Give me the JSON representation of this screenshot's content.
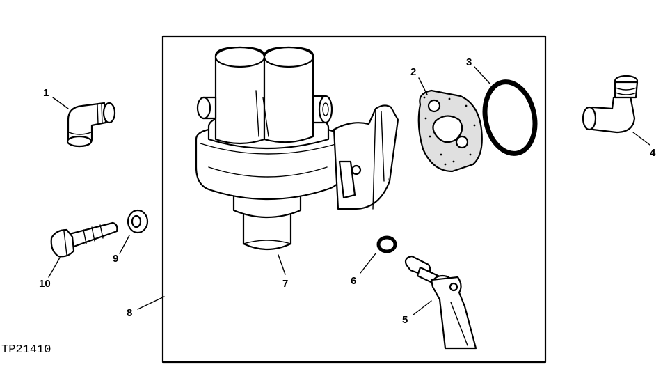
{
  "figure_code": "TP21410",
  "callouts": [
    {
      "id": "1",
      "label": "1"
    },
    {
      "id": "2",
      "label": "2"
    },
    {
      "id": "3",
      "label": "3"
    },
    {
      "id": "4",
      "label": "4"
    },
    {
      "id": "5",
      "label": "5"
    },
    {
      "id": "6",
      "label": "6"
    },
    {
      "id": "7",
      "label": "7"
    },
    {
      "id": "8",
      "label": "8"
    },
    {
      "id": "9",
      "label": "9"
    },
    {
      "id": "10",
      "label": "10"
    }
  ]
}
